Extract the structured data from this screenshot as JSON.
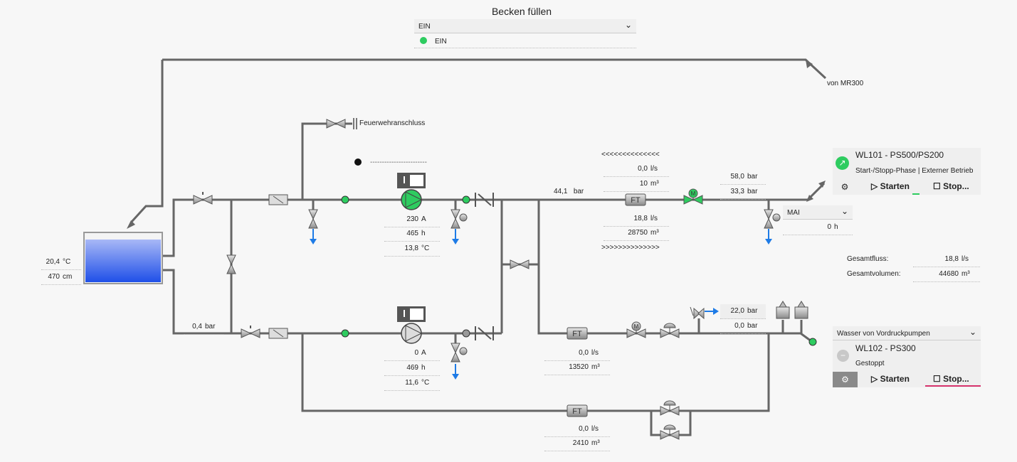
{
  "header": {
    "title": "Becken füllen"
  },
  "mode_select": {
    "selected": "EIN",
    "status_text": "EIN",
    "status_color": "#2ecc60"
  },
  "labels": {
    "feuerwehr": "Feuerwehranschluss",
    "von_mr300": "von MR300",
    "placeholder_line": "------------------------"
  },
  "tank": {
    "temp": "20,4",
    "temp_unit": "°C",
    "level": "470",
    "level_unit": "cm",
    "fill_fraction": 0.88
  },
  "pressure_low_left": {
    "value": "0,4",
    "unit": "bar"
  },
  "pump1": {
    "current": "230",
    "current_unit": "A",
    "hours": "465",
    "hours_unit": "h",
    "temp": "13,8",
    "temp_unit": "°C",
    "state": "running"
  },
  "pump2": {
    "current": "0",
    "current_unit": "A",
    "hours": "469",
    "hours_unit": "h",
    "temp": "11,6",
    "temp_unit": "°C",
    "state": "stopped"
  },
  "line_upper": {
    "pressure_in": "44,1",
    "pressure_in_unit": "bar",
    "arrows_left": "<<<<<<<<<<<<<<",
    "arrows_right": ">>>>>>>>>>>>>>",
    "flow_rev": "0,0",
    "flow_rev_unit": "l/s",
    "vol_rev": "10",
    "vol_rev_unit": "m³",
    "flow": "18,8",
    "flow_unit": "l/s",
    "volume": "28750",
    "volume_unit": "m³",
    "p_before": "58,0",
    "p_before_unit": "bar",
    "p_after": "33,3",
    "p_after_unit": "bar",
    "drain_mode": "MAI",
    "drain_hours": "0",
    "drain_hours_unit": "h"
  },
  "line_lower": {
    "flow": "0,0",
    "flow_unit": "l/s",
    "volume": "13520",
    "volume_unit": "m³",
    "p1": "22,0",
    "p1_unit": "bar",
    "p2": "0,0",
    "p2_unit": "bar"
  },
  "bypass": {
    "flow": "0,0",
    "flow_unit": "l/s",
    "volume": "2410",
    "volume_unit": "m³"
  },
  "totals": {
    "flow_label": "Gesamtfluss:",
    "flow": "18,8",
    "flow_unit": "l/s",
    "volume_label": "Gesamtvolumen:",
    "volume": "44680",
    "volume_unit": "m³"
  },
  "wl101": {
    "title": "WL101 - PS500/PS200",
    "subtitle": "Start-/Stopp-Phase | Externer Betrieb",
    "start_label": "Starten",
    "stop_label": "Stop...",
    "status_color": "#2ecc60"
  },
  "wl102": {
    "source_select": "Wasser von Vordruckpumpen",
    "title": "WL102 - PS300",
    "subtitle": "Gestoppt",
    "start_label": "Starten",
    "stop_label": "Stop...",
    "status_color": "#c8c8c8",
    "stop_accent": "#d6336c"
  },
  "colors": {
    "pipe": "#666666",
    "water": "#2a5cf0",
    "drain": "#1e7be6",
    "active": "#2ecc60"
  }
}
